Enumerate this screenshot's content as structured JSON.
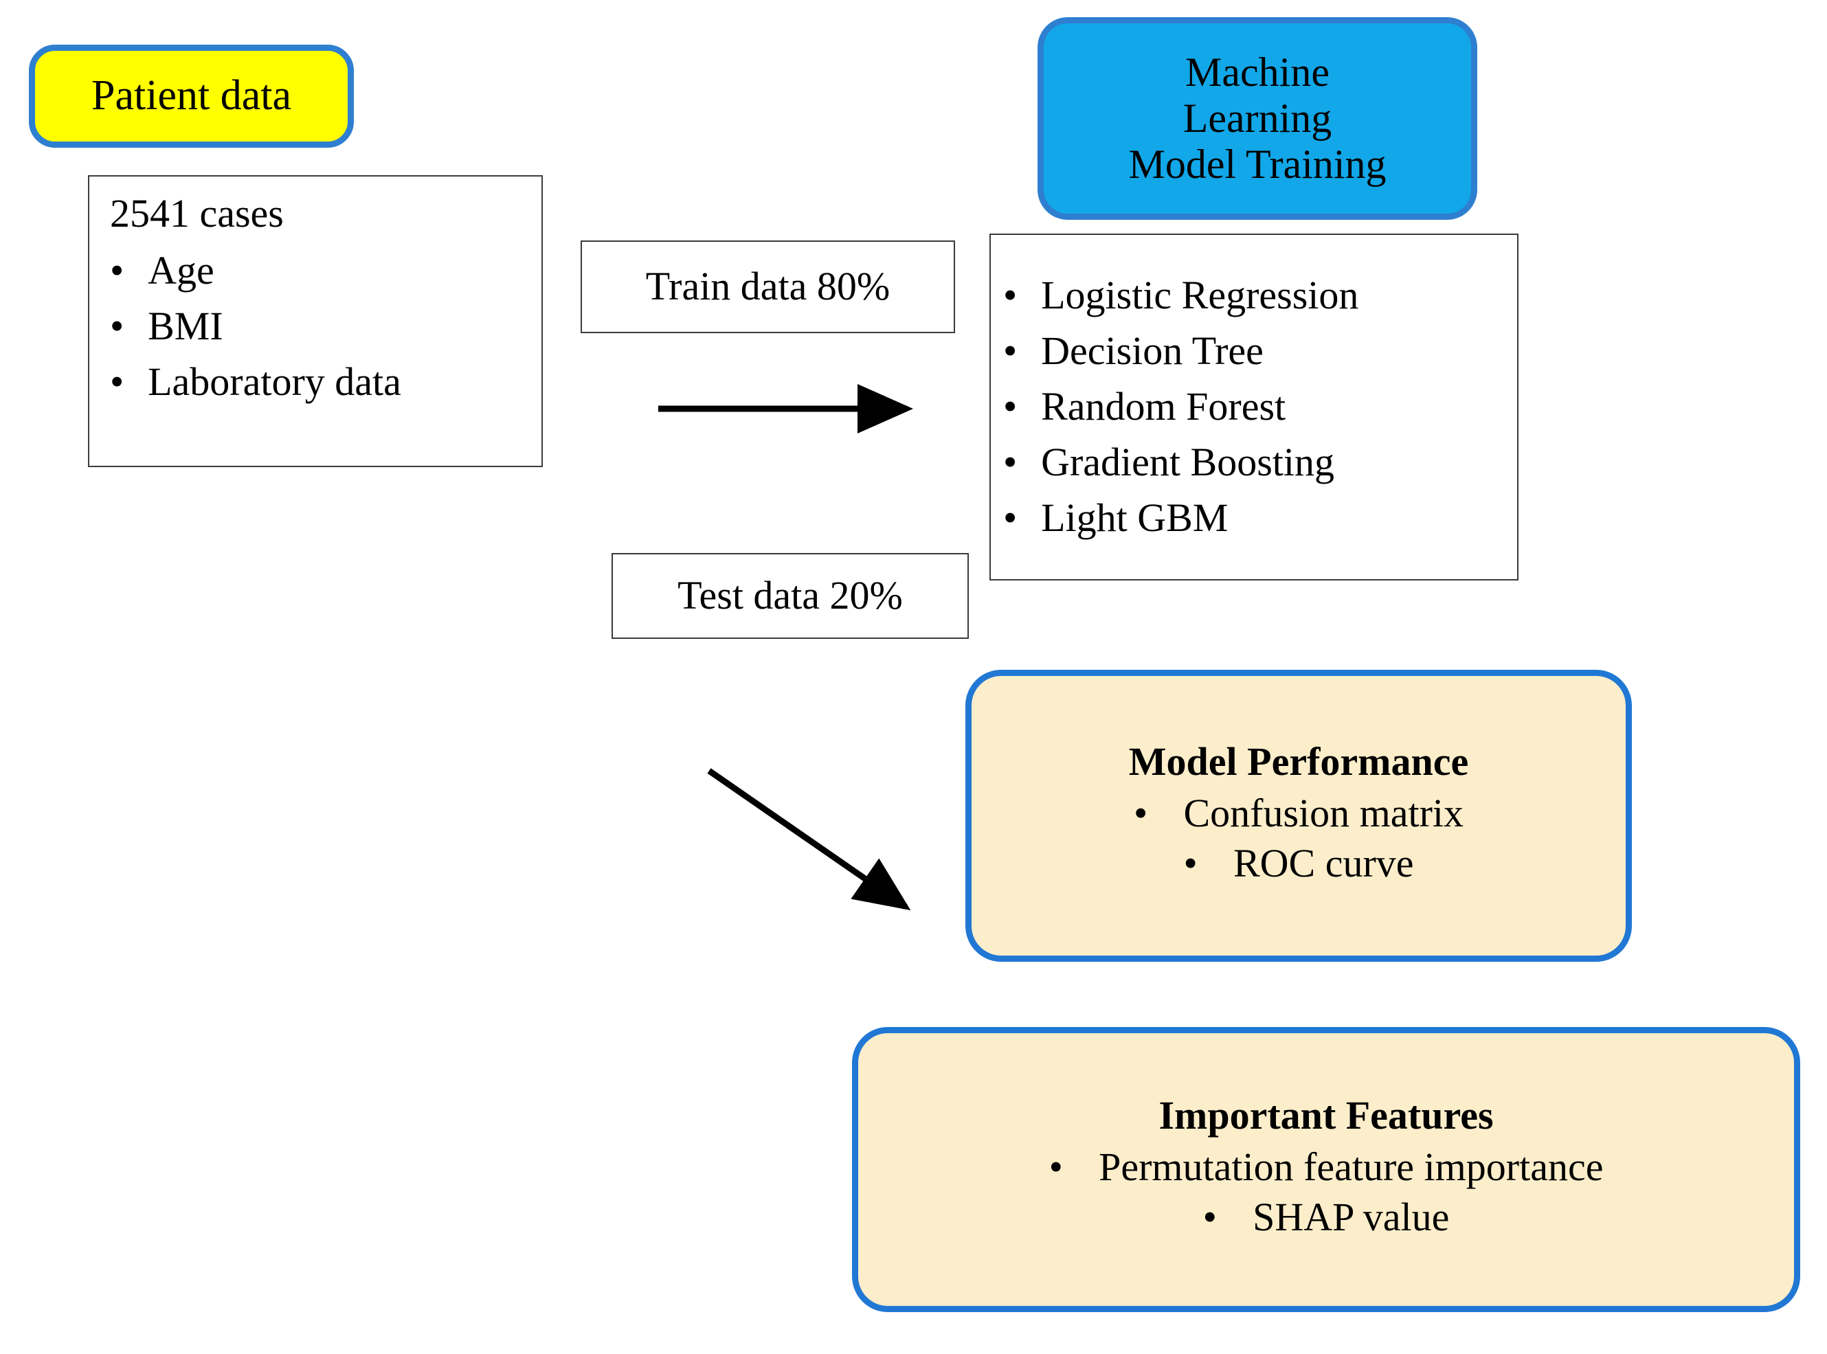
{
  "diagram": {
    "title": "Machine learning study workflow",
    "colors": {
      "accent_blue_border": "#2e7fd0",
      "node_yellow": "#ffff00",
      "node_cyan": "#12a7e8",
      "node_cream": "#fceecb",
      "outline_gray": "#3b3b3b",
      "text_black": "#000000"
    }
  },
  "patient_data": {
    "label": "Patient data"
  },
  "patient_details": {
    "lead": "2541  cases",
    "bullet_glyph": "•",
    "items": [
      "Age",
      "BMI",
      "Laboratory data"
    ]
  },
  "split": {
    "train_label": "Train data 80%",
    "test_label": "Test data 20%"
  },
  "ml_training": {
    "line1": "Machine",
    "line2": "Learning",
    "line3": "Model Training"
  },
  "algorithms": {
    "bullet_glyph": "•",
    "items": [
      "Logistic Regression",
      "Decision Tree",
      "Random Forest",
      "Gradient Boosting",
      "Light GBM"
    ]
  },
  "model_performance": {
    "title": "Model Performance",
    "bullet_glyph": "•",
    "items": [
      "Confusion matrix",
      "ROC curve"
    ]
  },
  "important_features": {
    "title": "Important Features",
    "bullet_glyph": "•",
    "items": [
      "Permutation feature importance",
      "SHAP value"
    ]
  },
  "arrows": [
    {
      "name": "train-arrow",
      "direction": "right"
    },
    {
      "name": "test-arrow",
      "direction": "down-right"
    }
  ]
}
